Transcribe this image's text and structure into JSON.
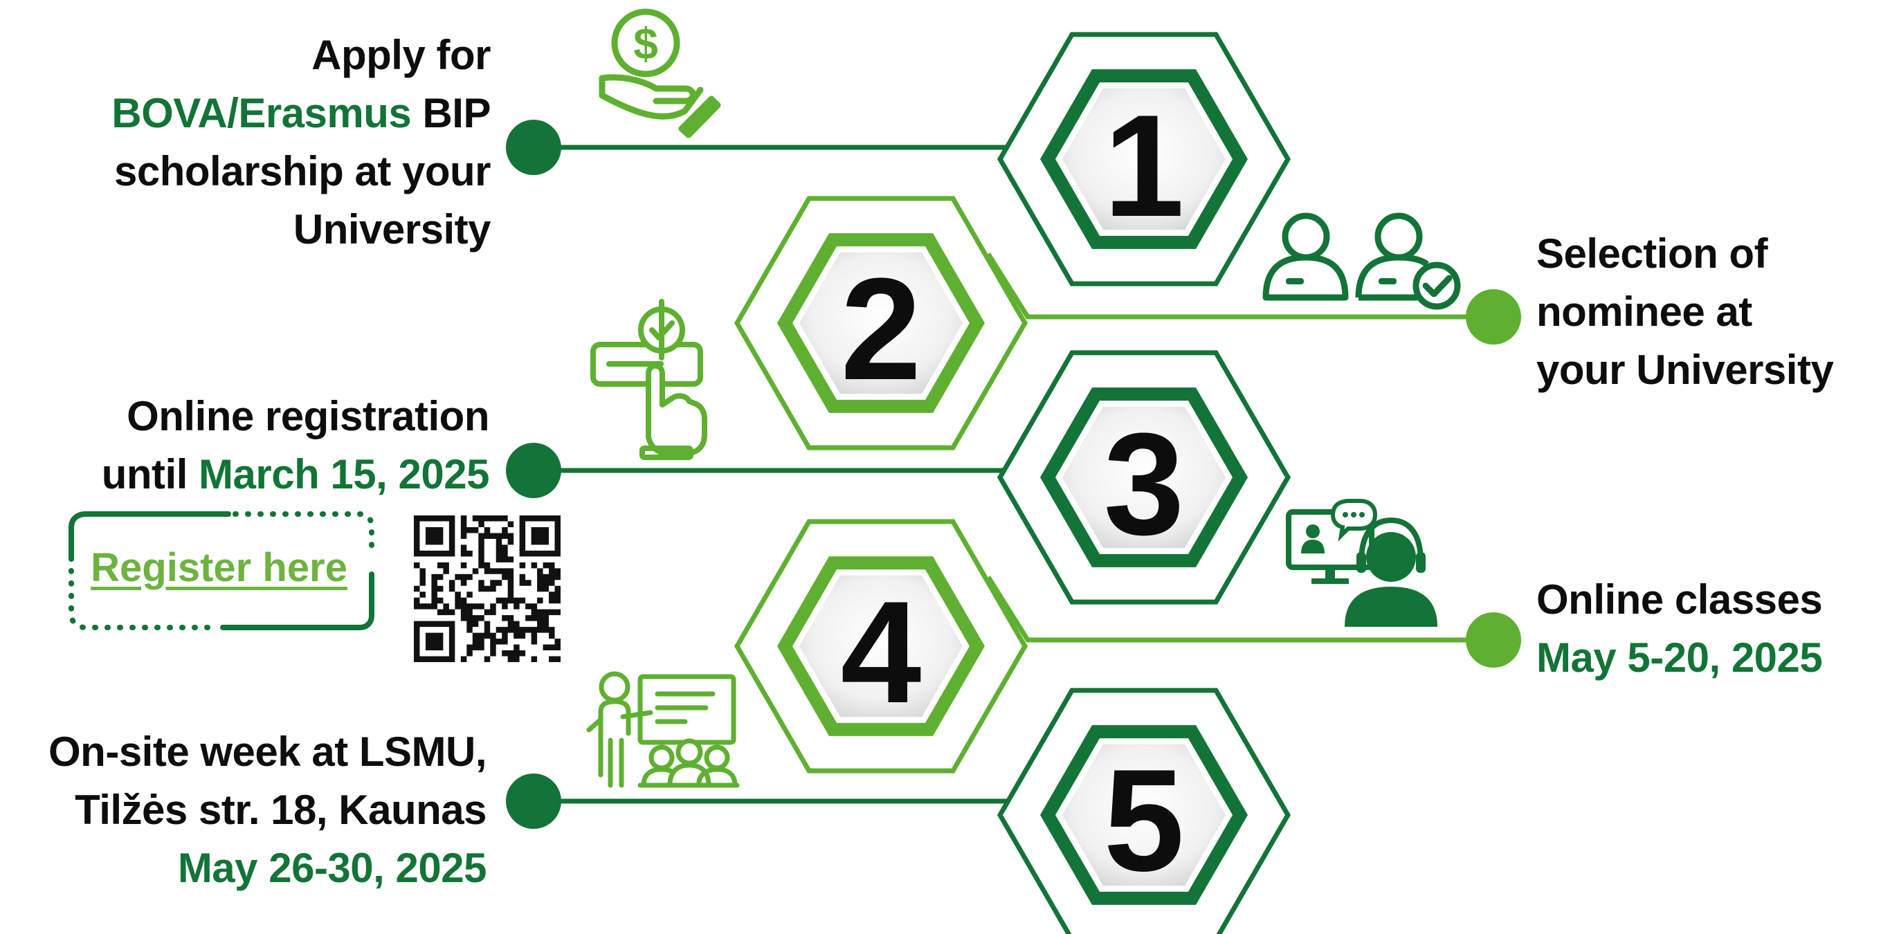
{
  "steps": [
    {
      "number": "1",
      "text": {
        "l1": "Apply for",
        "l2_green": "BOVA/Erasmus",
        "l2_rest": " BIP",
        "l3": "scholarship at your",
        "l4": "University"
      }
    },
    {
      "number": "2",
      "text": {
        "l1": "Selection of",
        "l2": "nominee at",
        "l3": "your University"
      }
    },
    {
      "number": "3",
      "text": {
        "l1": "Online registration",
        "l2_pre": "until ",
        "l2_green": "March 15, 2025"
      }
    },
    {
      "number": "4",
      "text": {
        "l1": "Online classes",
        "l2": "May 5-20, 2025"
      }
    },
    {
      "number": "5",
      "text": {
        "l1": "On-site week at LSMU,",
        "l2": "Tilžės str. 18, Kaunas",
        "l3": "May 26-30, 2025"
      }
    }
  ],
  "register": {
    "label": "Register here"
  },
  "icons": [
    "money-hand-icon",
    "users-check-icon",
    "click-approve-icon",
    "online-class-icon",
    "presentation-icon",
    "qr-code-icon"
  ],
  "colors": {
    "dark_green": "#127436",
    "light_green": "#5fb030",
    "text": "#0d0d0d",
    "hex_fill": "#ececec"
  }
}
